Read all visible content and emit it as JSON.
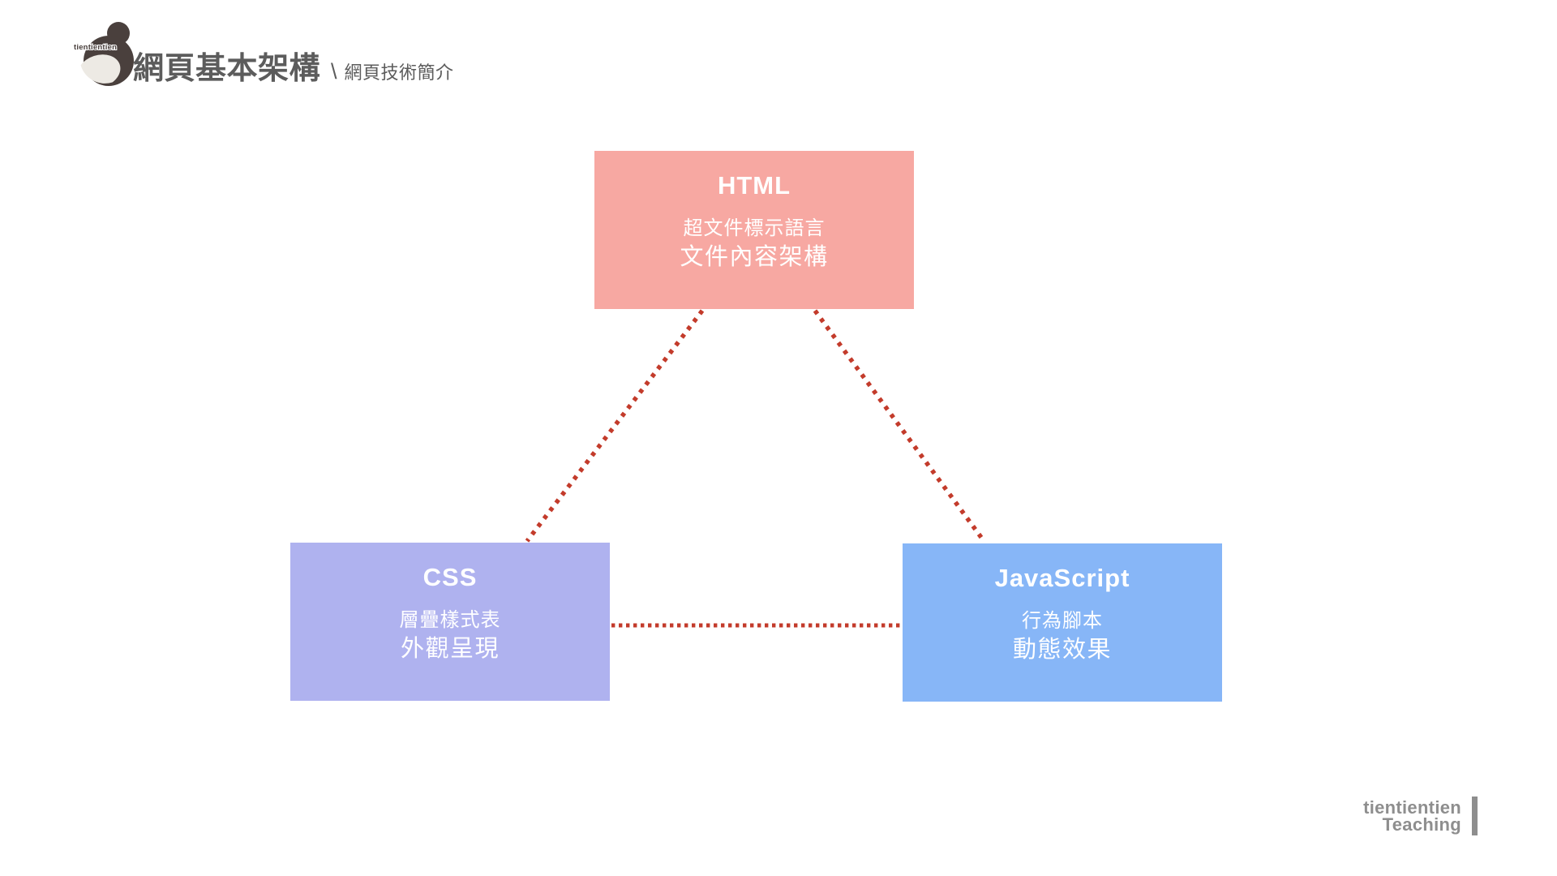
{
  "header": {
    "logo_text": "tientientien",
    "title": "網頁基本架構",
    "separator": "\\",
    "subtitle": "網頁技術簡介"
  },
  "diagram": {
    "connector_color": "#C33B2B",
    "nodes": [
      {
        "id": "html",
        "title": "HTML",
        "line1": "超文件標示語言",
        "line2": "文件內容架構",
        "color": "#F7A8A2"
      },
      {
        "id": "css",
        "title": "CSS",
        "line1": "層疊樣式表",
        "line2": "外觀呈現",
        "color": "#AFB2EF"
      },
      {
        "id": "js",
        "title": "JavaScript",
        "line1": "行為腳本",
        "line2": "動態效果",
        "color": "#87B6F7"
      }
    ]
  },
  "footer": {
    "brand_line1": "tientientien",
    "brand_line2": "Teaching"
  },
  "colors": {
    "background": "#FFFFFF",
    "title_text": "#5C5C5C",
    "card_text": "#FFFFFF",
    "footer_text": "#8E8E8E",
    "logo_dark": "#4A403D",
    "logo_face": "#EDEAE4"
  }
}
